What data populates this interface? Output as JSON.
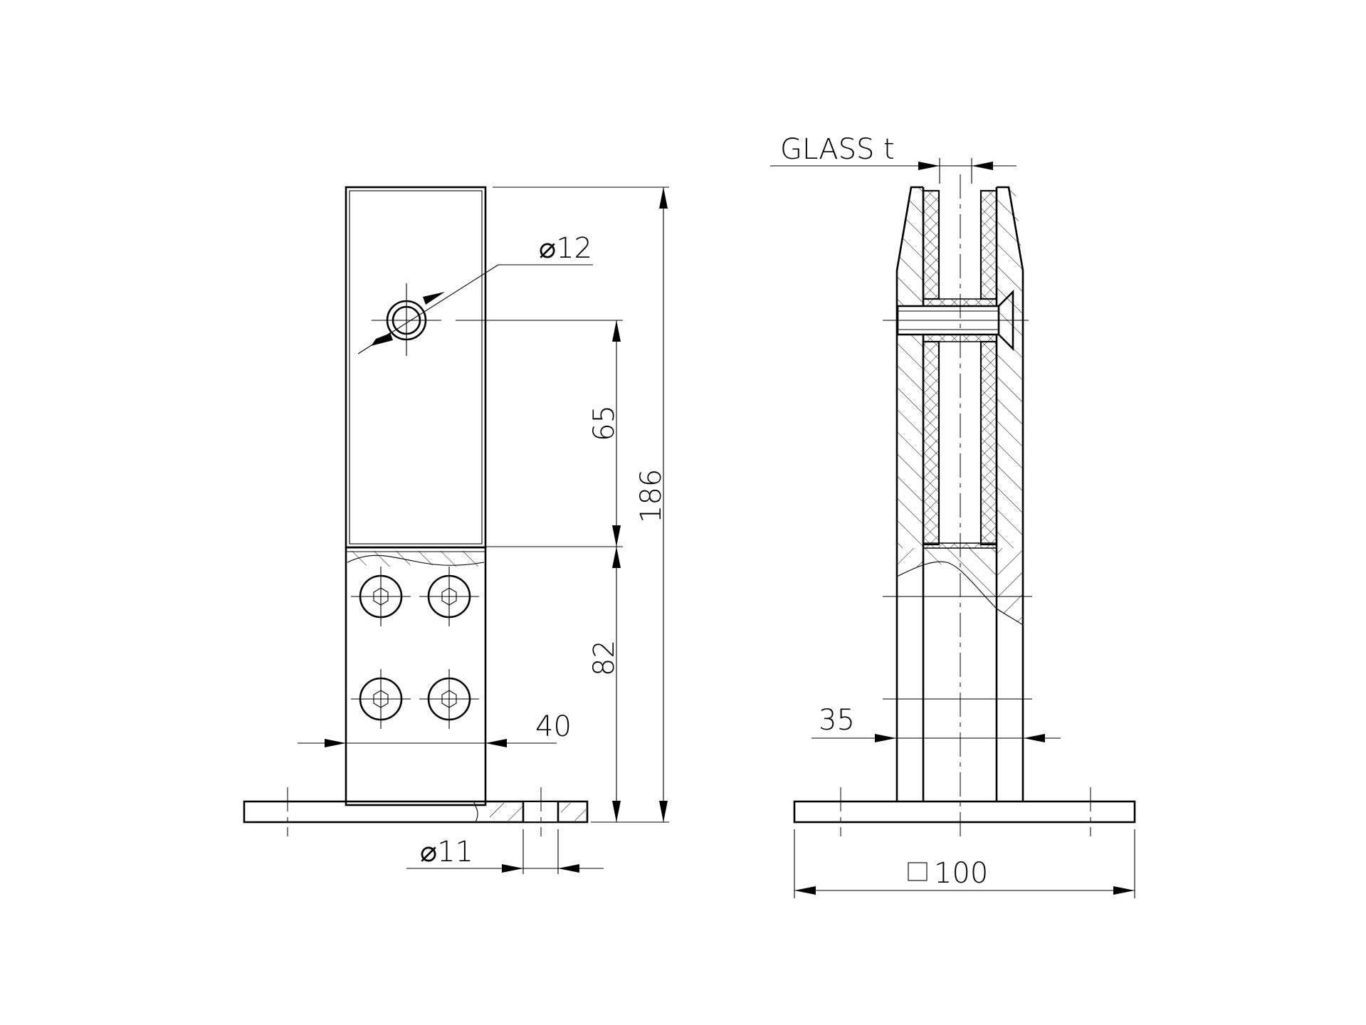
{
  "drawing": {
    "views": [
      {
        "name": "front-view",
        "description": "Front elevation of post with bolt pattern and partial section"
      },
      {
        "name": "side-section-view",
        "description": "Side section through glass clamp with gaskets and screw"
      }
    ],
    "front_view": {
      "hole_diameter": "⌀12",
      "dim_hole_to_step": "65",
      "dim_total_height": "186",
      "dim_lower_block": "82",
      "dim_post_width": "40",
      "dim_base_hole": "⌀11",
      "bolt_count": 4
    },
    "side_view": {
      "glass_label": "GLASS t",
      "dim_post_depth": "35",
      "dim_base_square": "100",
      "base_square_symbol": "□"
    },
    "colors": {
      "line": "#000000",
      "background": "#ffffff"
    }
  }
}
